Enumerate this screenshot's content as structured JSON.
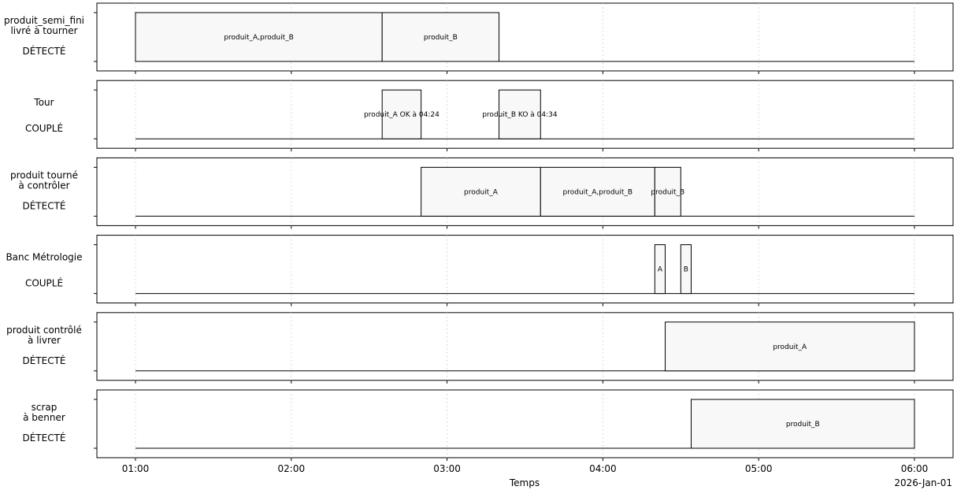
{
  "chart_data": {
    "type": "timeline",
    "xlabel": "Temps",
    "date_label": "2026-Jan-01",
    "x_start": "01:00",
    "x_end": "06:00",
    "x_ticks": [
      "01:00",
      "02:00",
      "03:00",
      "04:00",
      "05:00",
      "06:00"
    ],
    "grid": true,
    "lanes": [
      {
        "id": "semi-fini",
        "title_lines": [
          "produit_semi_fini",
          "livré à tourner"
        ],
        "state": "DÉTECTÉ",
        "segments": [
          {
            "start": "01:00",
            "end": "02:35",
            "label": "produit_A,produit_B"
          },
          {
            "start": "02:35",
            "end": "03:20",
            "label": "produit_B"
          }
        ]
      },
      {
        "id": "tour",
        "title_lines": [
          "Tour"
        ],
        "state": "COUPLÉ",
        "segments": [
          {
            "start": "02:35",
            "end": "02:50",
            "label": "produit_A  OK à 04:24"
          },
          {
            "start": "03:20",
            "end": "03:36",
            "label": "produit_B  KO à 04:34"
          }
        ]
      },
      {
        "id": "tourne-a-controler",
        "title_lines": [
          "produit tourné",
          "à contrôler"
        ],
        "state": "DÉTECTÉ",
        "segments": [
          {
            "start": "02:50",
            "end": "03:36",
            "label": "produit_A"
          },
          {
            "start": "03:36",
            "end": "04:20",
            "label": "produit_A,produit_B"
          },
          {
            "start": "04:20",
            "end": "04:30",
            "label": "produit_B"
          }
        ]
      },
      {
        "id": "banc-metrologie",
        "title_lines": [
          "Banc Métrologie"
        ],
        "state": "COUPLÉ",
        "segments": [
          {
            "start": "04:20",
            "end": "04:24",
            "label": "A"
          },
          {
            "start": "04:30",
            "end": "04:34",
            "label": "B"
          }
        ]
      },
      {
        "id": "controle-a-livrer",
        "title_lines": [
          "produit contrôlé",
          "à livrer"
        ],
        "state": "DÉTECTÉ",
        "segments": [
          {
            "start": "04:24",
            "end": "06:00",
            "label": "produit_A"
          }
        ]
      },
      {
        "id": "scrap",
        "title_lines": [
          "scrap",
          "à benner"
        ],
        "state": "DÉTECTÉ",
        "segments": [
          {
            "start": "04:34",
            "end": "06:00",
            "label": "produit_B"
          }
        ]
      }
    ]
  }
}
